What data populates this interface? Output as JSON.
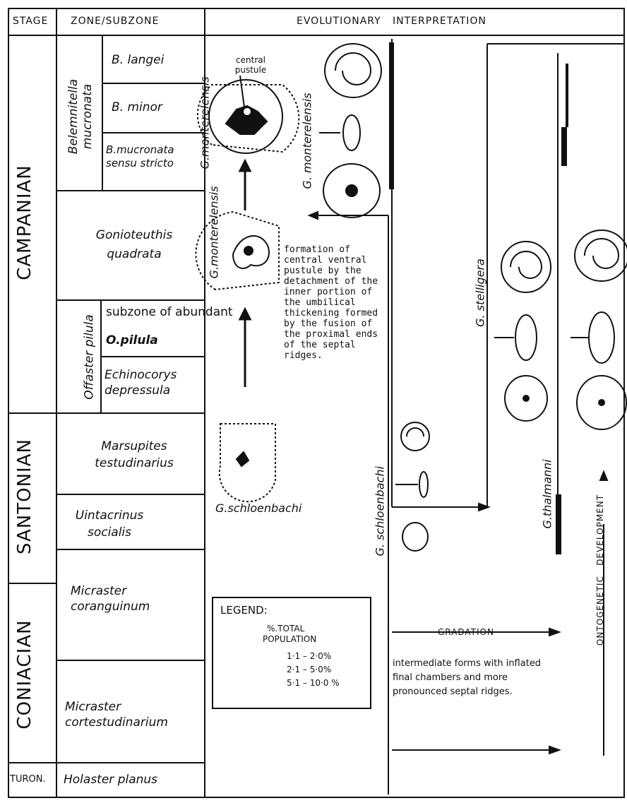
{
  "header": {
    "stage": "STAGE",
    "zone": "ZONE/SUBZONE",
    "interpretation": "EVOLUTIONARY   INTERPRETATION"
  },
  "stages": {
    "campanian": "CAMPANIAN",
    "santonian": "SANTONIAN",
    "coniacian": "CONIACIAN",
    "turonian": "TURON."
  },
  "zones": {
    "belemnitella": "Belemnitella mucronata",
    "b_langei": "B. langei",
    "b_minor": "B. minor",
    "b_mucronata": "B.mucronata sensu stricto",
    "gonioteuthis": "Gonioteuthis quadrata",
    "offaster": "Offaster pilula",
    "subzone_abundant": "subzone of abundant",
    "o_pilula": "O.pilula",
    "echinocorys": "Echinocorys depressula",
    "marsupites": "Marsupites testudinarius",
    "uintacrinus": "Uintacrinus socialis",
    "micraster_cor": "Micraster coranguinum",
    "micraster_cort": "Micraster cortestudinarium",
    "holaster": "Holaster planus"
  },
  "labels": {
    "central_pustule": "central pustule",
    "g_monterelensis_1": "G.monterelensis",
    "g_monterelensis_2": "G.monterelensis",
    "g_monterelensis_3": "G. monterelensis",
    "formation_note": "formation of central ventral pustule by the detachment of the inner portion of the umbilical thickening formed by the fusion of the proximal ends of the septal ridges.",
    "g_schloenbachi_1": "G.schloenbachi",
    "g_schloenbachi_2": "G. schloenbachi",
    "g_stelligera": "G. stelligera",
    "g_thalmanni": "G.thalmanni",
    "ontogenetic": "ONTOGENETIC   DEVELOPMENT",
    "gradation": "GRADATION",
    "gradation_note": "intermediate forms with inflated final chambers and more pronounced septal ridges."
  },
  "legend": {
    "title": "LEGEND:",
    "subtitle_1": "%.TOTAL",
    "subtitle_2": "POPULATION",
    "range_1": "1·1 – 2·0%",
    "range_2": "2·1 – 5·0%",
    "range_3": "5·1 – 10·0 %"
  }
}
